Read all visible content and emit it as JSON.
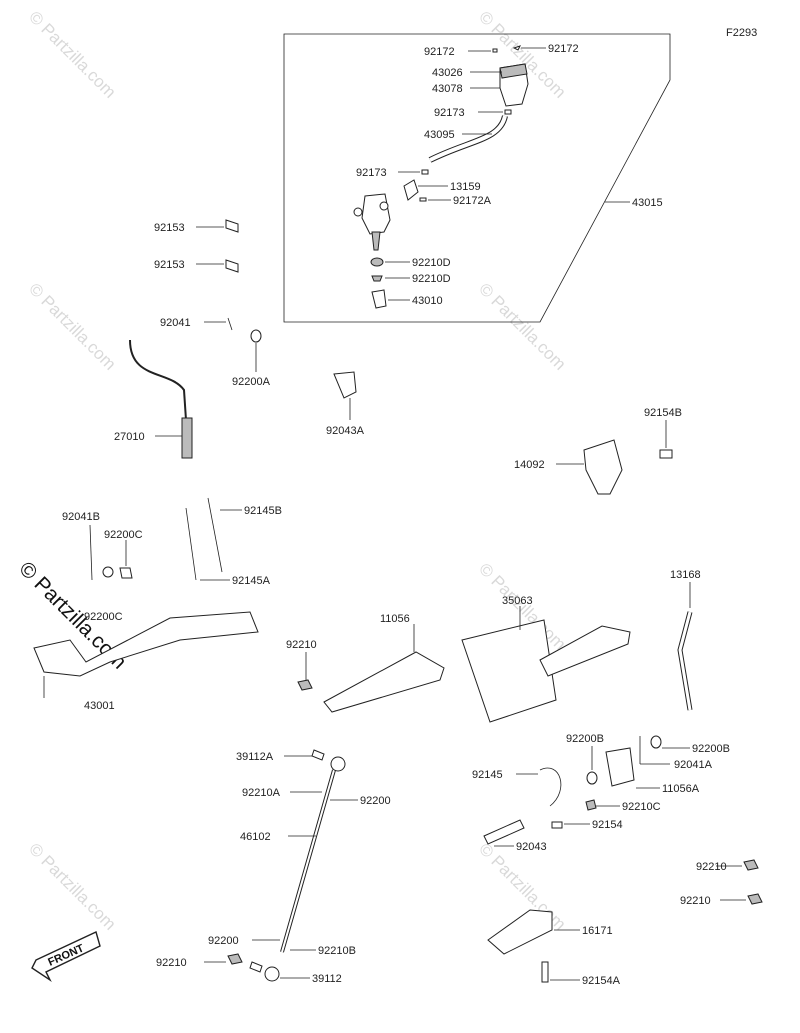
{
  "diagram_code": "F2293",
  "watermark_text": "© Partzilla.com",
  "front_label": "FRONT",
  "labels": {
    "p92172_l": "92172",
    "p92172_r": "92172",
    "p43026": "43026",
    "p43078": "43078",
    "p92173_a": "92173",
    "p43095": "43095",
    "p92173_b": "92173",
    "p13159": "13159",
    "p92172A": "92172A",
    "p43015": "43015",
    "p92210D_a": "92210D",
    "p92210D_b": "92210D",
    "p43010": "43010",
    "p92153_a": "92153",
    "p92153_b": "92153",
    "p92041": "92041",
    "p92200A": "92200A",
    "p27010": "27010",
    "p92043A": "92043A",
    "p92154B": "92154B",
    "p14092": "14092",
    "p92041B": "92041B",
    "p92200C_a": "92200C",
    "p92200C_b": "92200C",
    "p92145B": "92145B",
    "p92145A": "92145A",
    "p43001": "43001",
    "p92210_a": "92210",
    "p11056": "11056",
    "p35063": "35063",
    "p13168": "13168",
    "p92200B_a": "92200B",
    "p92200B_b": "92200B",
    "p92041A": "92041A",
    "p92145": "92145",
    "p11056A": "11056A",
    "p92210C": "92210C",
    "p92154": "92154",
    "p92043": "92043",
    "p39112A": "39112A",
    "p92210A": "92210A",
    "p92200_a": "92200",
    "p46102": "46102",
    "p92200_b": "92200",
    "p92210B": "92210B",
    "p92210_b": "92210",
    "p39112": "39112",
    "p92210_c": "92210",
    "p92210_d": "92210",
    "p16171": "16171",
    "p92154A": "92154A"
  }
}
